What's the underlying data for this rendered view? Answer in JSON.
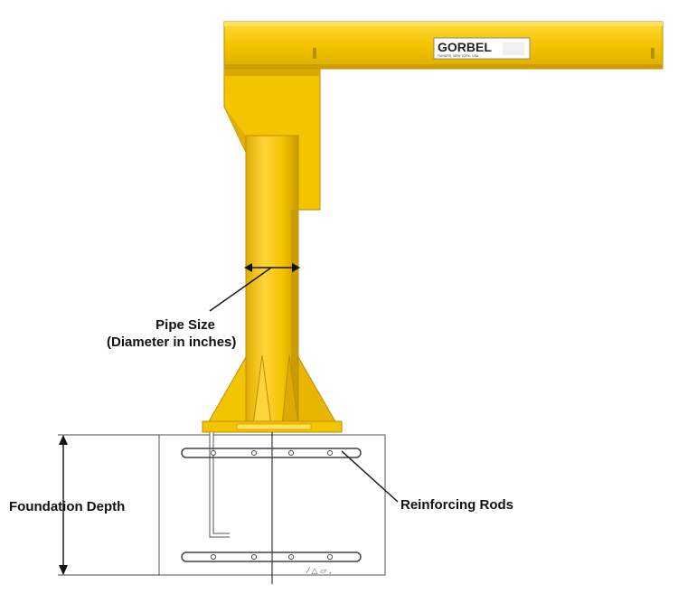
{
  "brand": {
    "logo_text": "GORBEL",
    "logo_subtext": "FISHERS, NEW YORK, USA"
  },
  "labels": {
    "pipe_size_line1": "Pipe Size",
    "pipe_size_line2": "(Diameter in inches)",
    "foundation_depth": "Foundation Depth",
    "reinforcing_rods": "Reinforcing Rods"
  },
  "colors": {
    "crane_yellow": "#f5c400",
    "crane_shadow": "#d9a900",
    "crane_highlight": "#ffd83a",
    "line": "#111111",
    "foundation_outline": "#555555"
  }
}
